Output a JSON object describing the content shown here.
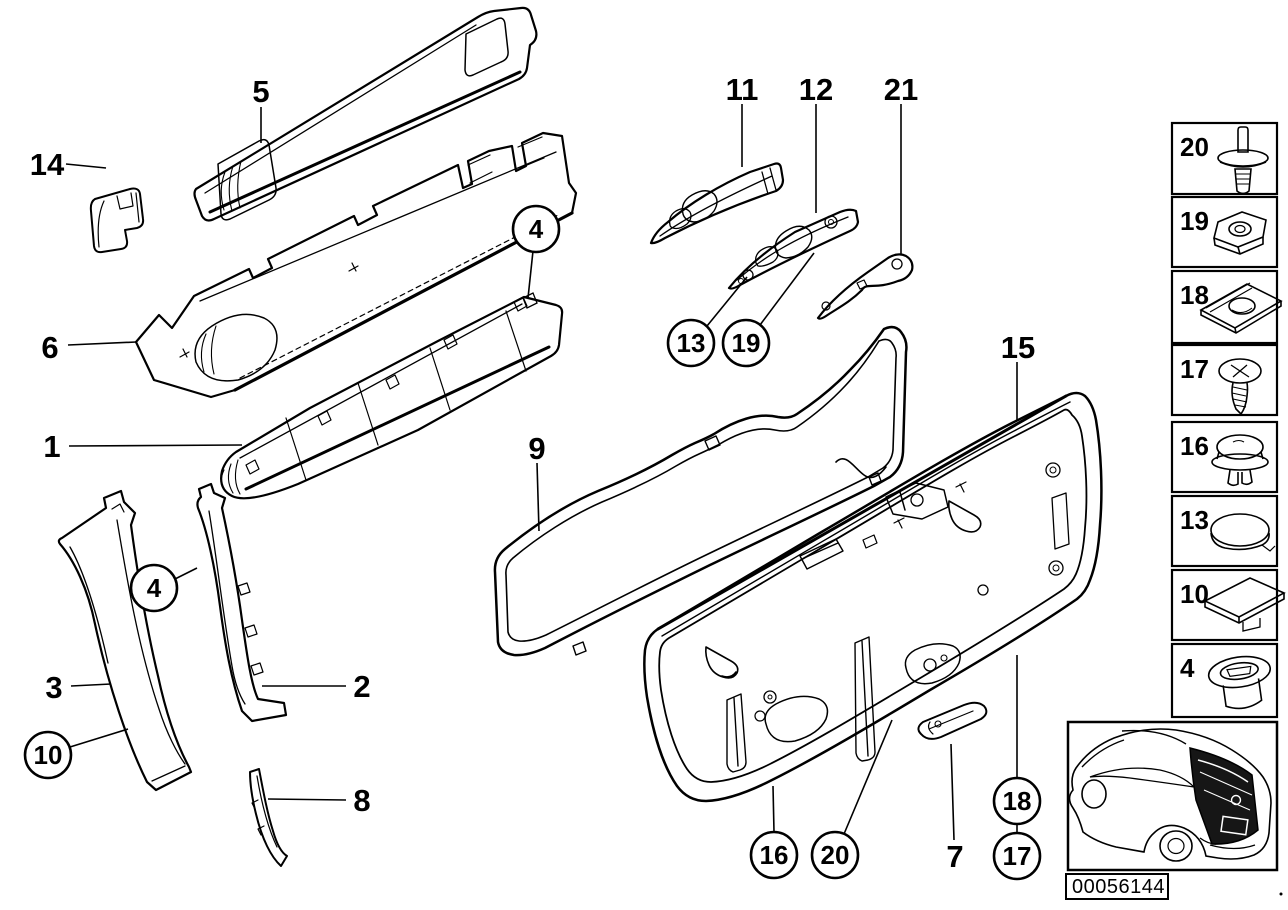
{
  "callouts": {
    "plain": {
      "p1": "1",
      "p2": "2",
      "p3": "3",
      "p5": "5",
      "p6": "6",
      "p7": "7",
      "p8": "8",
      "p9": "9",
      "p11": "11",
      "p12": "12",
      "p14": "14",
      "p15": "15",
      "p21": "21"
    },
    "circled": {
      "c4": "4",
      "c10": "10",
      "c13": "13",
      "c16": "16",
      "c17": "17",
      "c18": "18",
      "c19": "19",
      "c20": "20"
    }
  },
  "sidebar": {
    "items": [
      {
        "number": "20",
        "icon": "blind-rivet-icon"
      },
      {
        "number": "19",
        "icon": "hex-nut-icon"
      },
      {
        "number": "18",
        "icon": "sheet-metal-nut-icon"
      },
      {
        "number": "17",
        "icon": "phillips-screw-icon"
      },
      {
        "number": "16",
        "icon": "expanding-rivet-icon"
      },
      {
        "number": "13",
        "icon": "cover-cap-icon"
      },
      {
        "number": "10",
        "icon": "adhesive-pad-icon"
      },
      {
        "number": "4",
        "icon": "oval-grommet-icon"
      }
    ]
  },
  "footer": {
    "image_code": "00056144"
  },
  "colors": {
    "line": "#000000",
    "background": "#ffffff"
  }
}
